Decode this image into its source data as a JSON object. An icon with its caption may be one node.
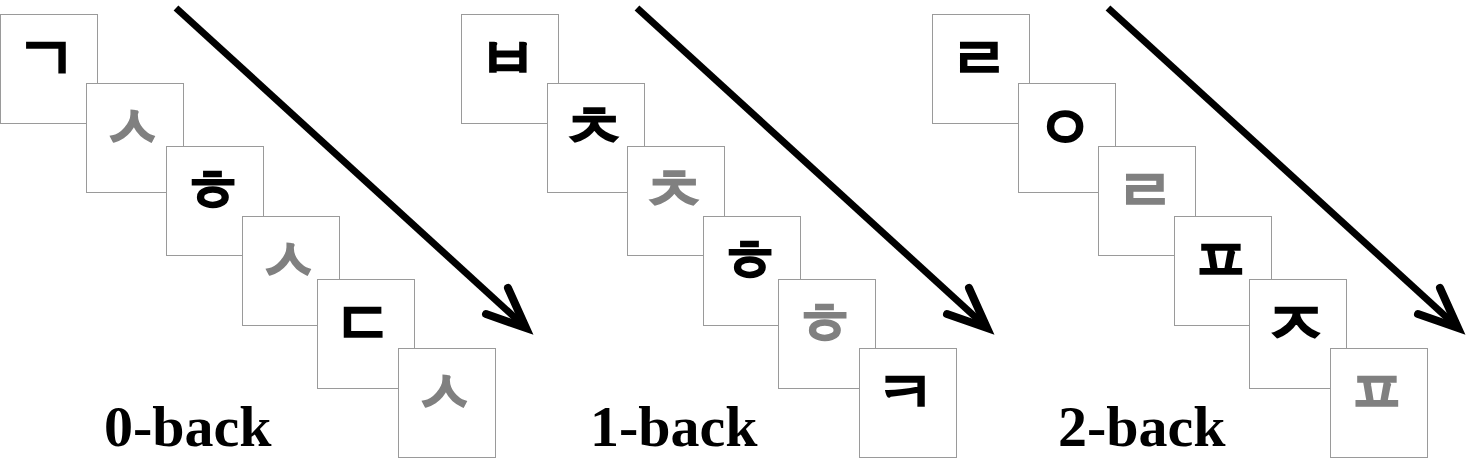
{
  "diagram": {
    "nodes": [
      {
        "text": [
          "ㄱ"
        ]
      },
      {
        "text": [
          "ㅅ"
        ]
      },
      {
        "text": [
          "ㅎ"
        ]
      },
      {
        "text": [
          "ㅅ"
        ]
      },
      {
        "text": [
          "ㄷ"
        ]
      },
      {
        "text": [
          "ㅅ"
        ]
      },
      {
        "text": [
          "ㅂ"
        ]
      },
      {
        "text": [
          "ㅊ"
        ]
      },
      {
        "text": [
          "ㅊ"
        ]
      },
      {
        "text": [
          "ㅎ"
        ]
      },
      {
        "text": [
          "ㅎ"
        ]
      },
      {
        "text": [
          "ㅋ"
        ]
      },
      {
        "text": [
          "ㄹ"
        ]
      },
      {
        "text": [
          "ㅇ"
        ]
      },
      {
        "text": [
          "ㄹ"
        ]
      },
      {
        "text": [
          "ㅍ"
        ]
      },
      {
        "text": [
          "ㅈ"
        ]
      },
      {
        "text": [
          "ㅍ"
        ]
      }
    ],
    "labels": [
      "0-back",
      "1-back",
      "2-back"
    ]
  }
}
